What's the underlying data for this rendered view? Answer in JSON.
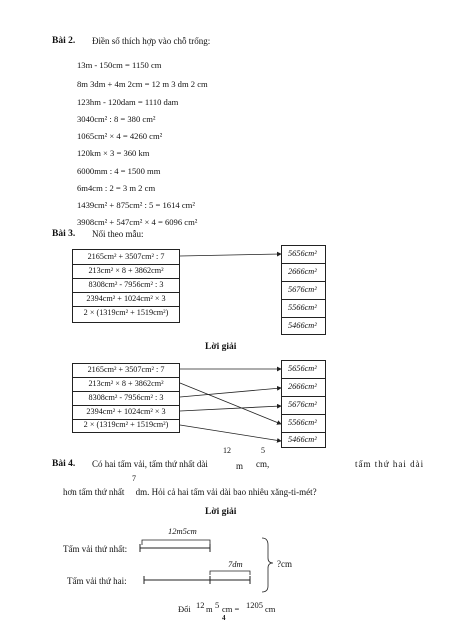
{
  "bai2": {
    "label": "Bài 2.",
    "instruction": "Điền số thích hợp vào chỗ trống:",
    "items": [
      "13m - 150cm = 1150 cm",
      "8m 3dm + 4m 2cm = 12 m 3 dm 2 cm",
      "123hm - 120dam = 1110 dam",
      "3040cm² : 8 = 380 cm²",
      "1065cm² × 4 = 4260 cm²",
      "120km × 3 = 360 km",
      "6000mm : 4 = 1500 mm",
      "6m4cm : 2 = 3 m 2 cm",
      "1439cm² + 875cm² : 5 = 1614 cm²",
      "3908cm² + 547cm² × 4 = 6096 cm²"
    ]
  },
  "bai3": {
    "label": "Bài 3.",
    "instruction": "Nối theo mẫu:",
    "left": [
      "2165cm² + 3507cm² : 7",
      "213cm² × 8 + 3862cm²",
      "8308cm² - 7956cm² : 3",
      "2394cm² + 1024cm² × 3",
      "2 × (1319cm² + 1519cm²)"
    ],
    "right": [
      "5656cm²",
      "2666cm²",
      "5676cm²",
      "5566cm²",
      "5466cm²"
    ],
    "solution_title": "Lời giải"
  },
  "bai4": {
    "label": "Bài 4.",
    "line1_left": "Có hai tấm vải, tấm thứ nhất dài",
    "frac1_num": "12",
    "frac1_unit": "m",
    "frac1_small": "5",
    "frac1_unit2": "cm,",
    "line1_right": "tấm thứ hai dài",
    "frac2_num": "7",
    "line2": "hơn tấm thứ nhất     dm. Hỏi cả hai tấm vải dài bao nhiêu xăng-ti-mét?",
    "solution_title": "Lời giải",
    "diagram": {
      "top_label": "12m5cm",
      "row1": "Tấm vải thứ nhất:",
      "row2": "Tấm vải thứ hai:",
      "extra": "7dm",
      "total": "?cm"
    },
    "convert": {
      "prefix": "Đổi",
      "a": "12",
      "unit1": "m",
      "b": "5",
      "unit2": "cm =",
      "result": "1205",
      "unit3": "cm"
    }
  },
  "page_number": "4"
}
